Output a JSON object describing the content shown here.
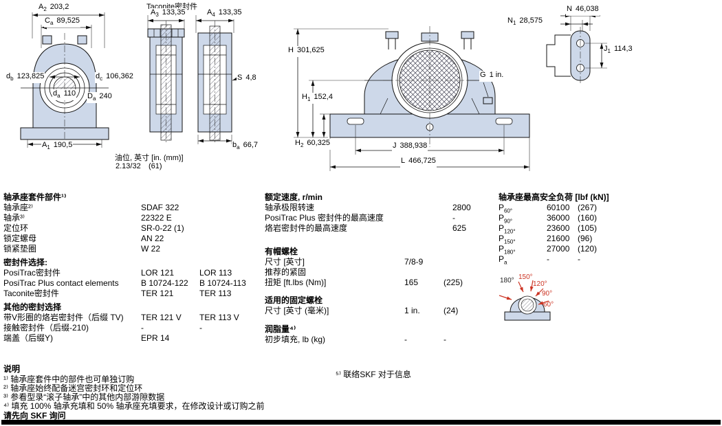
{
  "colors": {
    "drawing_fill": "#cdd8e9",
    "line": "#111111",
    "angle_red": "#cc3322"
  },
  "drawings": {
    "taconite_title": "Taconite密封件",
    "dims": {
      "A2": {
        "base": "A",
        "sub": "2",
        "value": "203,2"
      },
      "Ca": {
        "base": "C",
        "sub": "a",
        "value": "89,525"
      },
      "db": {
        "base": "d",
        "sub": "b",
        "value": "123,825"
      },
      "dc": {
        "base": "d",
        "sub": "c",
        "value": "106,362"
      },
      "da": {
        "base": "d",
        "sub": "a",
        "value": "110"
      },
      "Da": {
        "base": "D",
        "sub": "a",
        "value": "240"
      },
      "A1": {
        "base": "A",
        "sub": "1",
        "value": "190,5"
      },
      "A3": {
        "base": "A",
        "sub": "3",
        "value": "133,35"
      },
      "A4": {
        "base": "A",
        "sub": "4",
        "value": "133,35"
      },
      "S": {
        "base": "S",
        "sub": "",
        "value": "4,8"
      },
      "ba": {
        "base": "b",
        "sub": "a",
        "value": "66,7"
      },
      "H": {
        "base": "H",
        "sub": "",
        "value": "301,625"
      },
      "H1": {
        "base": "H",
        "sub": "1",
        "value": "152,4"
      },
      "H2": {
        "base": "H",
        "sub": "2",
        "value": "60,325"
      },
      "J": {
        "base": "J",
        "sub": "",
        "value": "388,938"
      },
      "L": {
        "base": "L",
        "sub": "",
        "value": "466,725"
      },
      "G": {
        "base": "G",
        "sub": "",
        "value": "1 in."
      },
      "N": {
        "base": "N",
        "sub": "",
        "value": "46,038"
      },
      "N1": {
        "base": "N",
        "sub": "1",
        "value": "28,575"
      },
      "J1": {
        "base": "J",
        "sub": "1",
        "value": "114,3"
      }
    },
    "oil_note": {
      "line1": "油位, 英寸 [in. (mm)]",
      "value_in": "2.13/32",
      "value_mm": "(61)"
    }
  },
  "components_table": {
    "title": "轴承座套件部件¹⁾",
    "rows": [
      {
        "label": "轴承座²⁾",
        "v1": "SDAF 322",
        "v2": ""
      },
      {
        "label": "轴承³⁾",
        "v1": "22322 E",
        "v2": ""
      },
      {
        "label": "定位环",
        "v1": "SR-0-22 (1)",
        "v2": ""
      },
      {
        "label": "锁定螺母",
        "v1": "AN 22",
        "v2": ""
      },
      {
        "label": "锁紧垫圈",
        "v1": "W 22",
        "v2": ""
      }
    ],
    "seals_title": "密封件选择:",
    "seal_rows": [
      {
        "label": "PosiTrac密封件",
        "v1": "LOR 121",
        "v2": "LOR 113"
      },
      {
        "label": "PosiTrac Plus contact elements",
        "v1": "B 10724-122",
        "v2": "B 10724-113"
      },
      {
        "label": "Taconite密封件",
        "v1": "TER 121",
        "v2": "TER 113"
      }
    ],
    "other_title": "其他的密封选择",
    "other_rows": [
      {
        "label": "带V形圈的烙岩密封件（后缀 TV)",
        "v1": "TER 121 V",
        "v2": "TER 113 V"
      },
      {
        "label": "接触密封件（后缀-210)",
        "v1": "-",
        "v2": "-"
      },
      {
        "label": "端盖（后缀Y)",
        "v1": "EPR 14",
        "v2": ""
      }
    ]
  },
  "speed_table": {
    "title": "额定速度, r/min",
    "rows": [
      {
        "label": "轴承极限转速",
        "value": "2800"
      },
      {
        "label": "PosiTrac Plus 密封件的最高速度",
        "value": "-"
      },
      {
        "label": "烙岩密封件的最高速度",
        "value": "625"
      }
    ],
    "capbolt_title": "有帽螺栓",
    "capbolt_rows": [
      {
        "label": "尺寸 [英寸]",
        "v1": "7/8-9",
        "v2": ""
      },
      {
        "label": "推荐的紧固",
        "v1": "",
        "v2": ""
      },
      {
        "label": "扭矩 [ft.lbs (Nm)]",
        "v1": "165",
        "v2": "(225)"
      }
    ],
    "fixbolt_title": "适用的固定螺栓",
    "fixbolt_rows": [
      {
        "label": "尺寸 [英寸 (毫米)]",
        "v1": "1 in.",
        "v2": "(24)"
      }
    ],
    "grease_title": "润脂量⁴⁾",
    "grease_rows": [
      {
        "label": "初步填充, lb (kg)",
        "v1": "-",
        "v2": "-"
      }
    ]
  },
  "load_table": {
    "title": "轴承座最高安全负荷 [lbf (kN)]",
    "rows": [
      {
        "base": "P",
        "sub": "60°",
        "v1": "60100",
        "v2": "(267)"
      },
      {
        "base": "P",
        "sub": "90°",
        "v1": "36000",
        "v2": "(160)"
      },
      {
        "base": "P",
        "sub": "120°",
        "v1": "23600",
        "v2": "(105)"
      },
      {
        "base": "P",
        "sub": "150°",
        "v1": "21600",
        "v2": "(96)"
      },
      {
        "base": "P",
        "sub": "180°",
        "v1": "27000",
        "v2": "(120)"
      },
      {
        "base": "P",
        "sub": "a",
        "v1": "-",
        "v2": "-"
      }
    ],
    "angles": [
      "180°",
      "150°",
      "120°",
      "90°",
      "60°"
    ]
  },
  "notes": {
    "contact_note": "⁵⁾ 联络SKF 对于信息",
    "title": "说明",
    "items": [
      "¹⁾ 轴承座套件中的部件也可单独订购",
      "²⁾ 轴承座始终配备迷宫密封环和定位环",
      "³⁾ 参看型录“滚子轴承”中的其他内部游隙数据",
      "⁴⁾ 填充 100% 轴承充填和 50% 轴承座充填要求，在修改设计或订购之前"
    ],
    "footer": "请先向 SKF 询问"
  }
}
